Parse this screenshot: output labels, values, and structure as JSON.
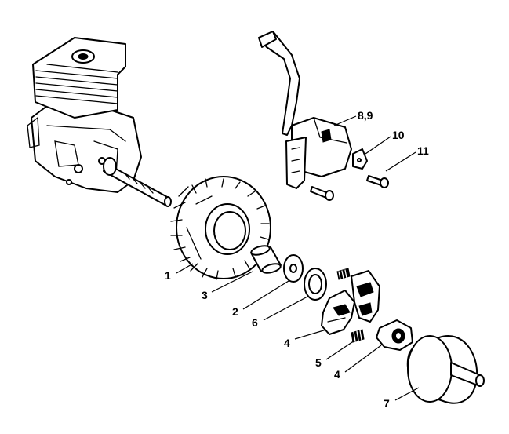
{
  "callouts": [
    {
      "id": "fan-wheel",
      "text": "1"
    },
    {
      "id": "spacer-sleeve",
      "text": "3"
    },
    {
      "id": "washer",
      "text": "2"
    },
    {
      "id": "thin-washer",
      "text": "6"
    },
    {
      "id": "clutch-shoe",
      "text": "4"
    },
    {
      "id": "spring",
      "text": "5"
    },
    {
      "id": "carrier",
      "text": "4"
    },
    {
      "id": "clutch-drum",
      "text": "7"
    },
    {
      "id": "ignition-module",
      "text": "8,9"
    },
    {
      "id": "bracket",
      "text": "10"
    },
    {
      "id": "screw",
      "text": "11"
    }
  ]
}
